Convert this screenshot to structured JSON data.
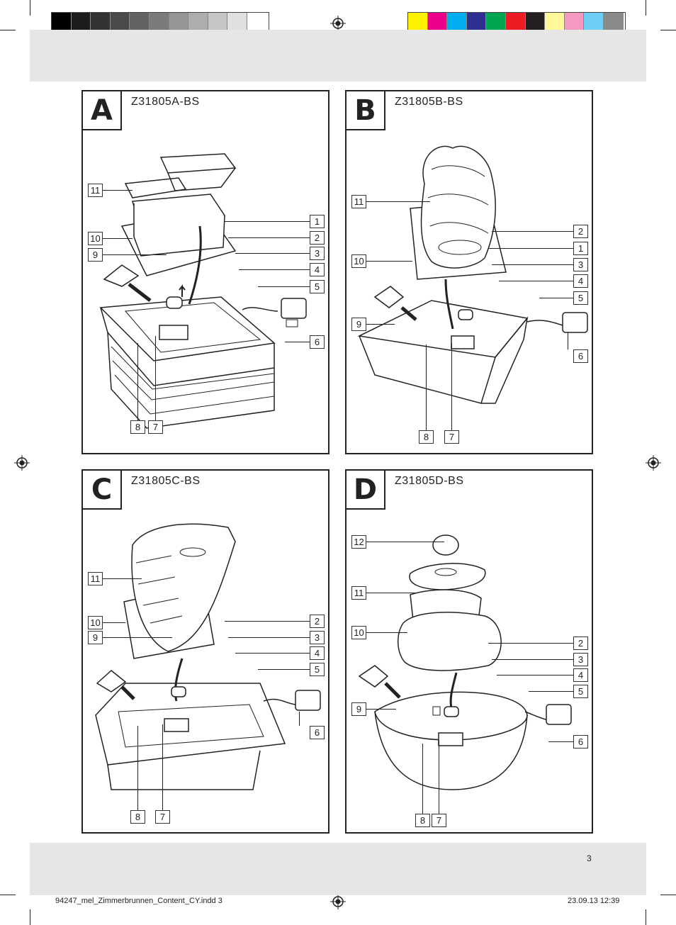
{
  "colors": {
    "grayscale": [
      "#000000",
      "#1c1c1c",
      "#333333",
      "#4a4a4a",
      "#636363",
      "#7b7b7b",
      "#959595",
      "#adadad",
      "#c6c6c6",
      "#e0e0e0",
      "#ffffff"
    ],
    "process": [
      "#fff200",
      "#ec008c",
      "#00aeef",
      "#2e3192",
      "#00a651",
      "#ed1c24",
      "#231f20",
      "#fff799",
      "#f49ac1",
      "#6dcff6",
      "#8a8a8a"
    ],
    "band": "#e6e6e6"
  },
  "panels": [
    {
      "letter": "A",
      "model": "Z31805A-BS",
      "labels": [
        "11",
        "10",
        "9",
        "1",
        "2",
        "3",
        "4",
        "5",
        "6",
        "8",
        "7"
      ]
    },
    {
      "letter": "B",
      "model": "Z31805B-BS",
      "labels": [
        "11",
        "10",
        "9",
        "2",
        "1",
        "3",
        "4",
        "5",
        "6",
        "8",
        "7"
      ]
    },
    {
      "letter": "C",
      "model": "Z31805C-BS",
      "labels": [
        "11",
        "10",
        "9",
        "2",
        "3",
        "4",
        "5",
        "6",
        "8",
        "7"
      ]
    },
    {
      "letter": "D",
      "model": "Z31805D-BS",
      "labels": [
        "12",
        "11",
        "10",
        "9",
        "2",
        "3",
        "4",
        "5",
        "6",
        "8",
        "7"
      ]
    }
  ],
  "page_number": "3",
  "footer": {
    "file": "94247_mel_Zimmerbrunnen_Content_CY.indd   3",
    "date": "23.09.13   12:39"
  }
}
